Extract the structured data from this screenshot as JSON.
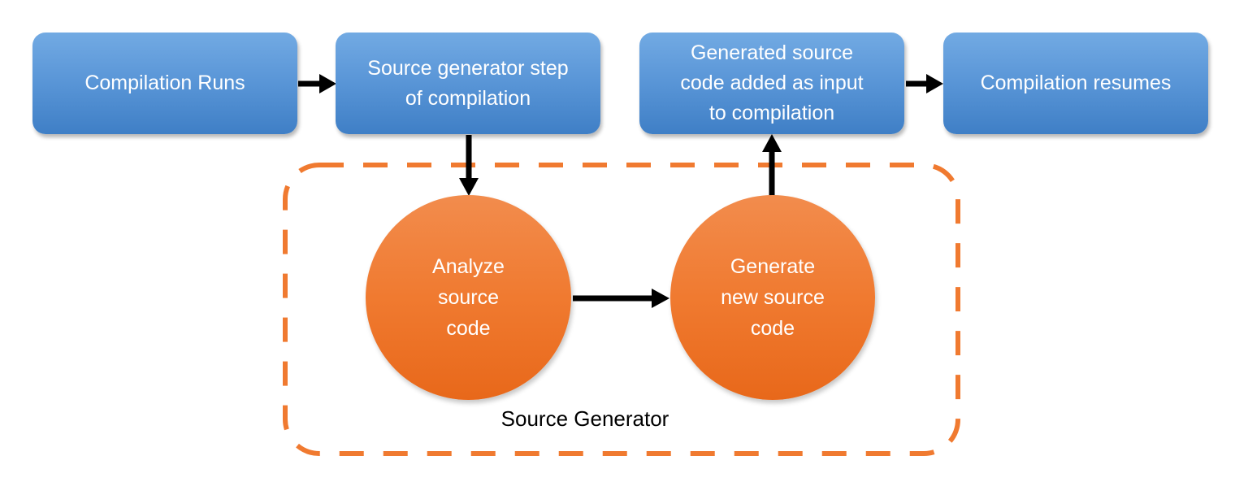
{
  "diagram": {
    "steps": [
      {
        "id": "compilation-runs",
        "label": "Compilation Runs"
      },
      {
        "id": "source-generator-step",
        "label": "Source generator step\nof compilation"
      },
      {
        "id": "generated-source-added",
        "label": "Generated source\ncode added as input\nto compilation"
      },
      {
        "id": "compilation-resumes",
        "label": "Compilation resumes"
      }
    ],
    "generator": {
      "group_label": "Source Generator",
      "nodes": [
        {
          "id": "analyze",
          "label": "Analyze\nsource\ncode"
        },
        {
          "id": "generate",
          "label": "Generate\nnew source\ncode"
        }
      ]
    },
    "colors": {
      "box_fill": "#5b97d8",
      "circle_fill": "#f07a30",
      "group_border": "#f07a30",
      "arrow": "#000000"
    }
  }
}
